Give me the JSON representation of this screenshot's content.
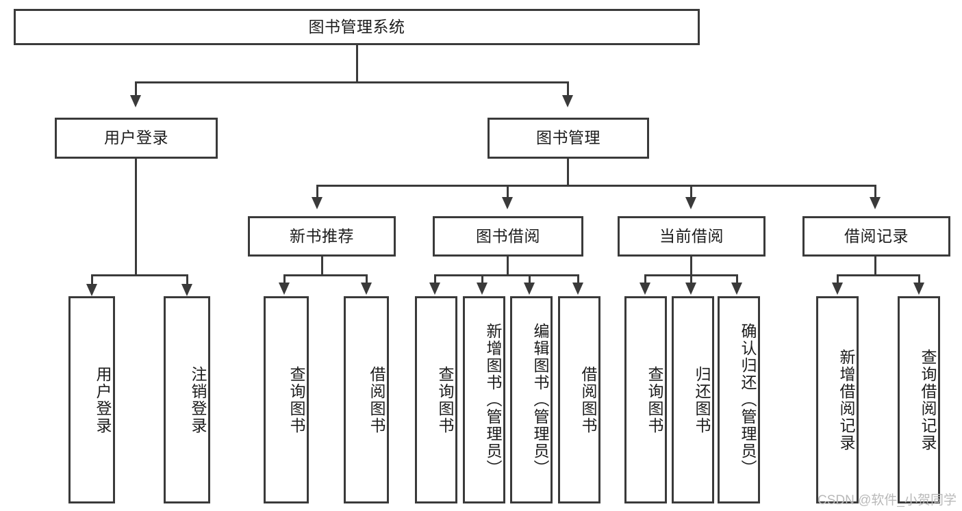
{
  "diagram": {
    "type": "tree-hierarchy-chart",
    "title": "图书管理系统",
    "watermark": "CSDN @软件_小贺同学",
    "colors": {
      "stroke": "#3a3a3a",
      "fill": "#ffffff",
      "text": "#1c1c1c",
      "watermark": "#b9b9b9"
    },
    "root": {
      "label": "图书管理系统"
    },
    "level2": [
      {
        "label": "用户登录"
      },
      {
        "label": "图书管理"
      }
    ],
    "level3": [
      {
        "label": "新书推荐"
      },
      {
        "label": "图书借阅"
      },
      {
        "label": "当前借阅"
      },
      {
        "label": "借阅记录"
      }
    ],
    "leaves": {
      "user_login": [
        {
          "label": "用户登录"
        },
        {
          "label": "注销登录"
        }
      ],
      "new_book_recommend": [
        {
          "label": "查询图书"
        },
        {
          "label": "借阅图书"
        }
      ],
      "book_borrow": [
        {
          "label": "查询图书"
        },
        {
          "label": "新增图书（管理员）"
        },
        {
          "label": "编辑图书（管理员）"
        },
        {
          "label": "借阅图书"
        }
      ],
      "current_borrow": [
        {
          "label": "查询图书"
        },
        {
          "label": "归还图书"
        },
        {
          "label": "确认归还（管理员）"
        }
      ],
      "borrow_record": [
        {
          "label": "新增借阅记录"
        },
        {
          "label": "查询借阅记录"
        }
      ]
    }
  }
}
